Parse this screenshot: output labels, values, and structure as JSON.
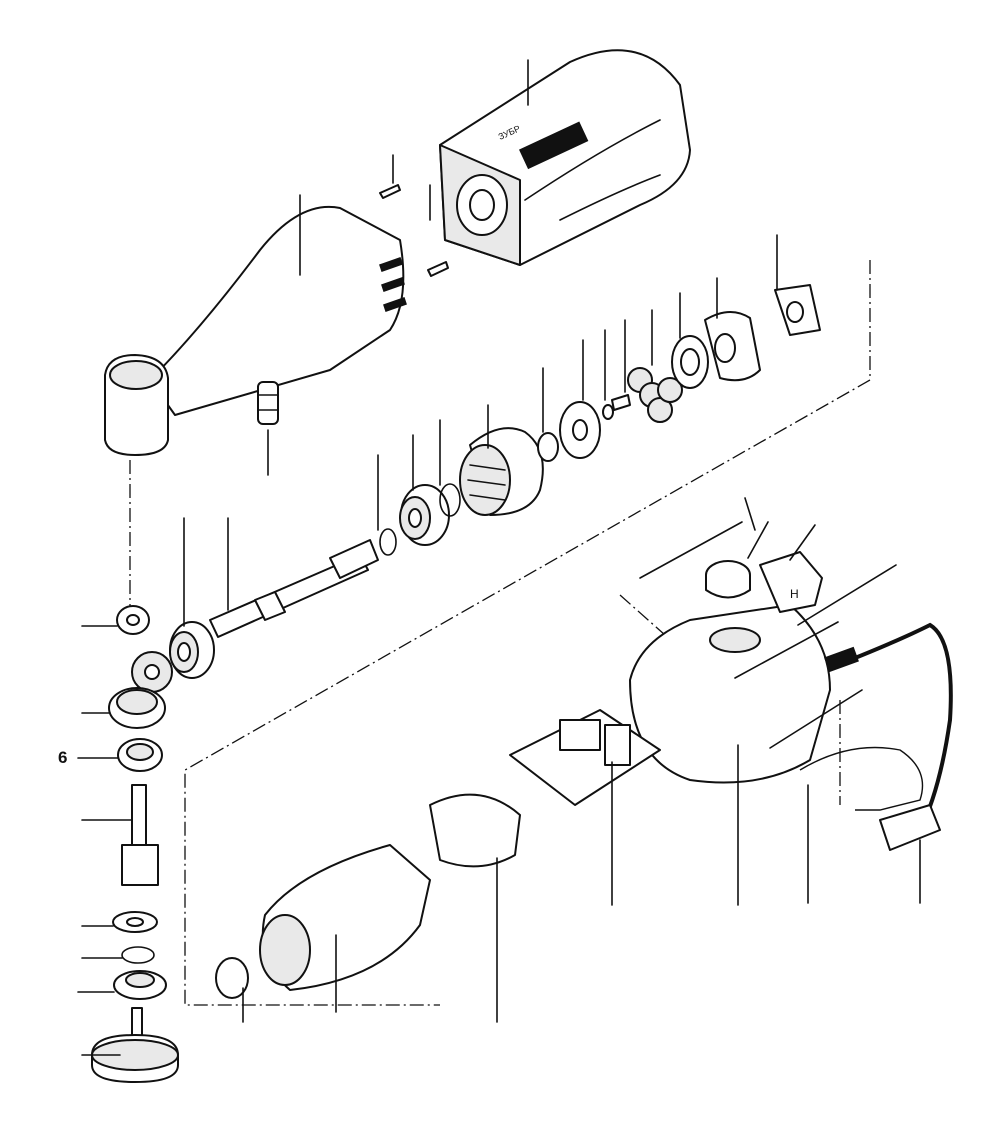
{
  "callouts": [
    {
      "id": "part-6",
      "label": "6"
    }
  ],
  "housing_label": "ЗУБР",
  "switch_label": "H"
}
